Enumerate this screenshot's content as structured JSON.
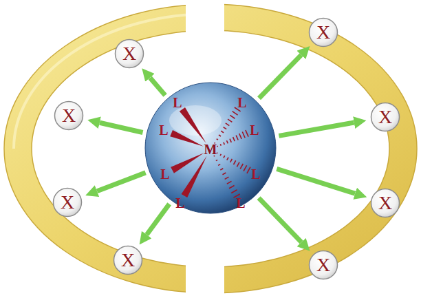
{
  "diagram": {
    "nodes": [
      {
        "text": [
          "L",
          "L",
          "L",
          "L",
          "M",
          "L",
          "L",
          "L",
          "L"
        ]
      },
      {
        "text": [
          "X"
        ]
      },
      {
        "text": [
          "X"
        ]
      },
      {
        "text": [
          "X"
        ]
      },
      {
        "text": [
          "X"
        ]
      },
      {
        "text": [
          "X"
        ]
      },
      {
        "text": [
          "X"
        ]
      },
      {
        "text": [
          "X"
        ]
      },
      {
        "text": [
          "X"
        ]
      }
    ],
    "edges": [
      {
        "from": 0,
        "to": 1,
        "arrow": "to"
      },
      {
        "from": 0,
        "to": 2,
        "arrow": "to"
      },
      {
        "from": 0,
        "to": 3,
        "arrow": "to"
      },
      {
        "from": 0,
        "to": 4,
        "arrow": "to"
      },
      {
        "from": 0,
        "to": 5,
        "arrow": "to"
      },
      {
        "from": 0,
        "to": 6,
        "arrow": "to"
      },
      {
        "from": 0,
        "to": 7,
        "arrow": "to"
      },
      {
        "from": 0,
        "to": 8,
        "arrow": "to"
      }
    ]
  }
}
